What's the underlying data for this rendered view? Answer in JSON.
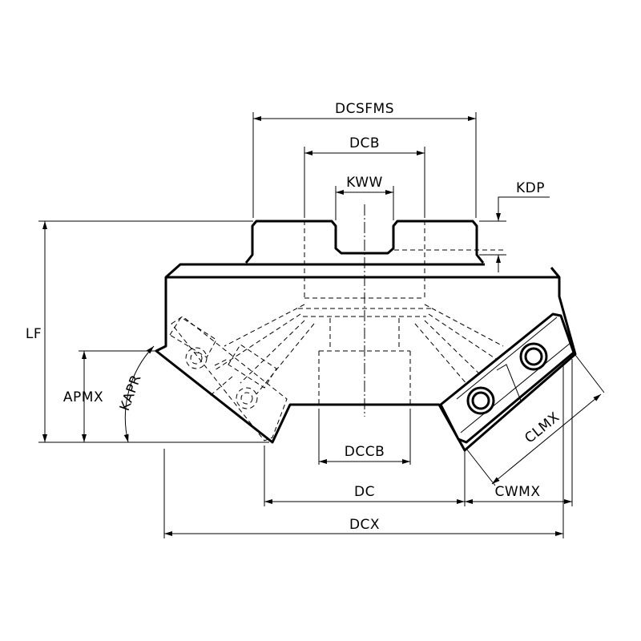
{
  "diagram": {
    "labels": {
      "dcsfms": "DCSFMS",
      "dcb": "DCB",
      "kww": "KWW",
      "kdp": "KDP",
      "lf": "LF",
      "apmx": "APMX",
      "kapr": "KAPR",
      "dccb": "DCCB",
      "dc": "DC",
      "cwmx": "CWMX",
      "clmx": "CLMX",
      "dcx": "DCX"
    },
    "colors": {
      "line": "#000000",
      "background": "#ffffff"
    }
  }
}
